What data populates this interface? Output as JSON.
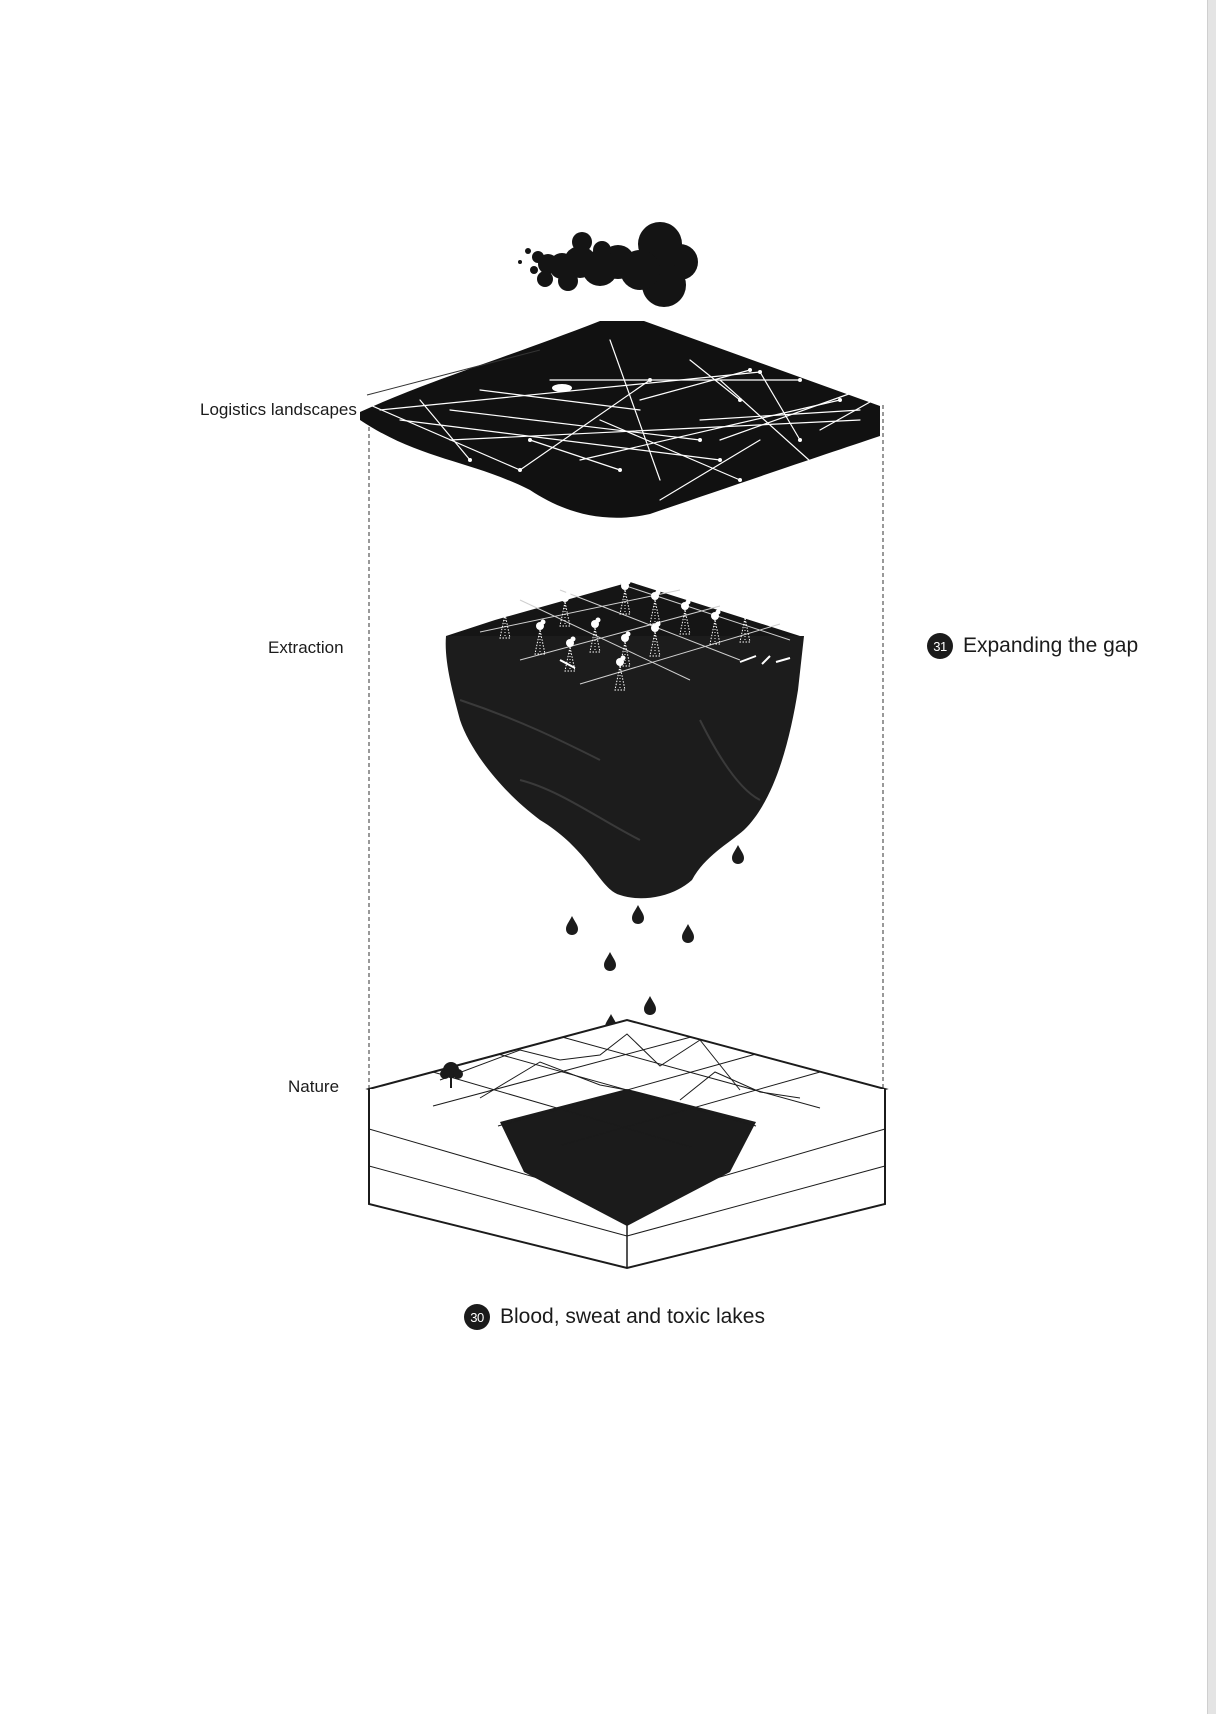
{
  "layers": {
    "logistics": "Logistics landscapes",
    "extraction": "Extraction",
    "nature": "Nature"
  },
  "sections": [
    {
      "number": "31",
      "title": "Expanding the gap"
    },
    {
      "number": "30",
      "title": "Blood, sweat and toxic lakes"
    }
  ],
  "icons": {
    "smoke": "smoke-cloud-icon",
    "drop": "droplet-icon",
    "tree": "tree-icon",
    "tower": "drilling-tower-icon"
  },
  "colors": {
    "ink": "#1b1b1b",
    "paper": "#ffffff"
  }
}
